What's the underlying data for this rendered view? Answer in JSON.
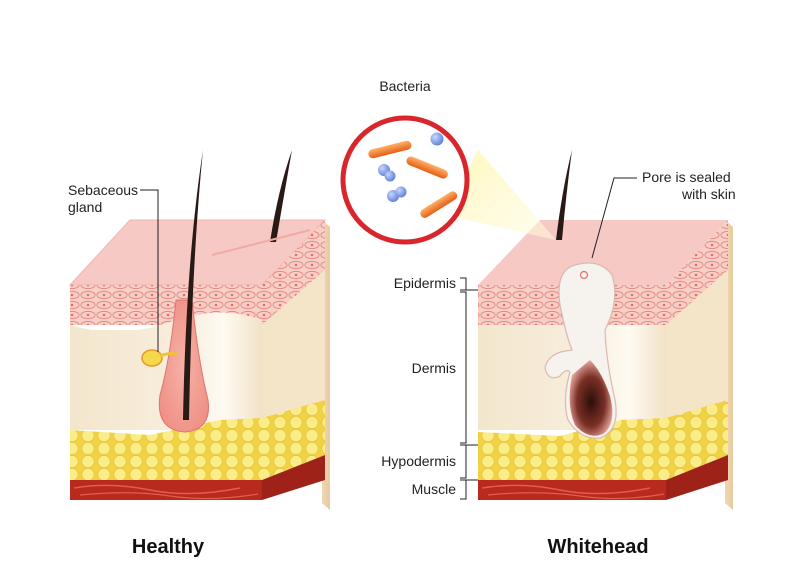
{
  "labels": {
    "bacteria": "Bacteria",
    "sebaceous_line1": "Sebaceous",
    "sebaceous_line2": "gland",
    "pore_line1": "Pore is sealed",
    "pore_line2": "with skin",
    "epidermis": "Epidermis",
    "dermis": "Dermis",
    "hypodermis": "Hypodermis",
    "muscle": "Muscle"
  },
  "titles": {
    "healthy": "Healthy",
    "whitehead": "Whitehead"
  },
  "colors": {
    "epidermis_top": "#f8c9c7",
    "epidermis_cells": "#f2a8a0",
    "dermis": "#f4e8d2",
    "fat": "#f7e66a",
    "muscle": "#b8291e",
    "bacteria_rod": "#f07a2a",
    "bacteria_cocci": "#6a8ee0"
  }
}
